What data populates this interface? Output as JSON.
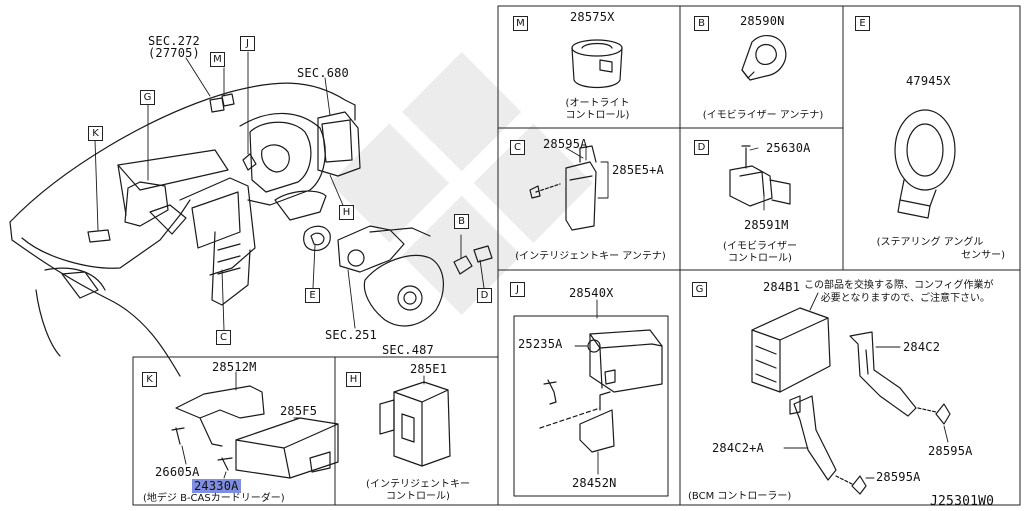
{
  "diagram_code": "J25301W0",
  "overview": {
    "labels": {
      "sec272": "SEC.272",
      "sec272_part": "(27705)",
      "sec680": "SEC.680",
      "sec251": "SEC.251",
      "sec487": "SEC.487"
    },
    "refs": {
      "M": "M",
      "J": "J",
      "G": "G",
      "K": "K",
      "H": "H",
      "B": "B",
      "E": "E",
      "D": "D",
      "C": "C"
    }
  },
  "panels": {
    "M": {
      "letter": "M",
      "part": "28575X",
      "caption_1": "(オートライト",
      "caption_2": "コントロール)"
    },
    "B": {
      "letter": "B",
      "part": "28590N",
      "caption_1": "(イモビライザー アンテナ)"
    },
    "E": {
      "letter": "E",
      "part": "47945X",
      "caption_1": "(ステアリング アングル",
      "caption_2": "センサー)"
    },
    "C": {
      "letter": "C",
      "part_1": "28595A",
      "part_2": "285E5+A",
      "caption_1": "(インテリジェントキー アンテナ)"
    },
    "D": {
      "letter": "D",
      "part_1": "25630A",
      "part_2": "28591M",
      "caption_1": "(イモビライザー",
      "caption_2": "コントロール)"
    },
    "J": {
      "letter": "J",
      "part_1": "28540X",
      "part_2": "25235A",
      "part_3": "28452N"
    },
    "G": {
      "letter": "G",
      "part_1": "284B1",
      "note_1": "この部品を交換する際、コンフィグ作業が",
      "note_2": "必要となりますので、ご注意下さい。",
      "part_2": "284C2",
      "part_3": "28595A",
      "part_4": "284C2+A",
      "part_5": "28595A",
      "caption_1": "(BCM コントローラー)"
    },
    "K": {
      "letter": "K",
      "part_1": "28512M",
      "part_2": "285F5",
      "part_3": "26605A",
      "part_4": "24330A",
      "caption_1": "(地デジ B-CASカードリーダー)"
    },
    "H": {
      "letter": "H",
      "part": "285E1",
      "caption_1": "(インテリジェントキー",
      "caption_2": "コントロール)"
    }
  }
}
